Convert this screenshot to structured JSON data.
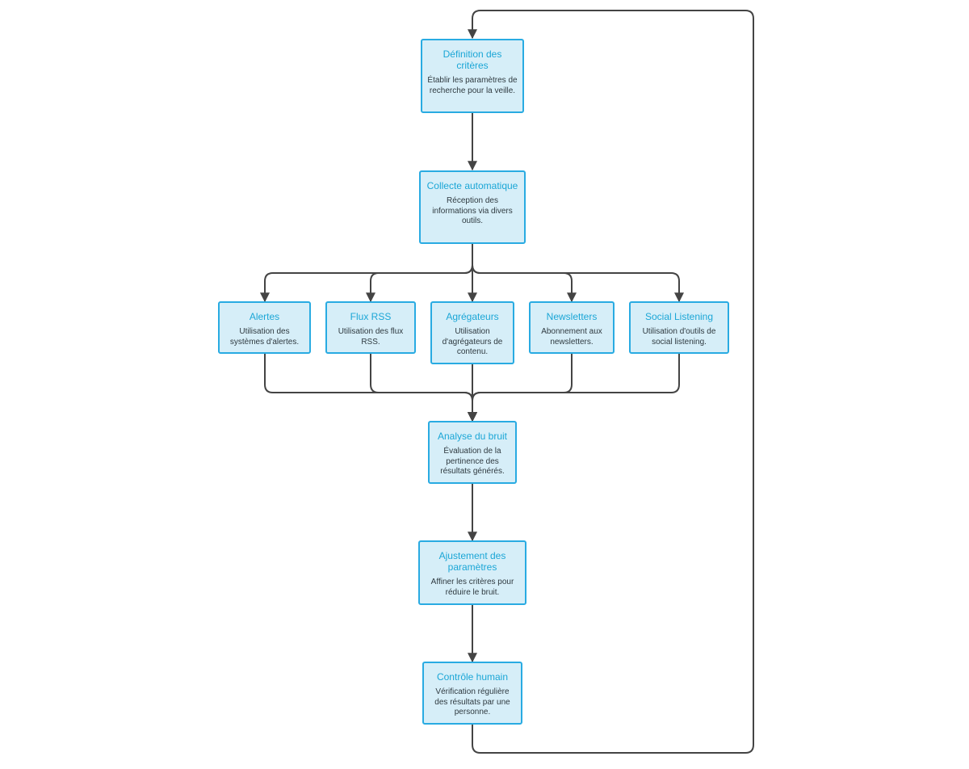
{
  "colors": {
    "node_fill": "#d6eef8",
    "node_border": "#29abe2",
    "title": "#1ba6d6",
    "edge": "#444444"
  },
  "nodes": {
    "definition": {
      "title": "Définition des critères",
      "desc": "Établir les paramètres de recherche pour la veille."
    },
    "collecte": {
      "title": "Collecte automatique",
      "desc": "Réception des informations via divers outils."
    },
    "alertes": {
      "title": "Alertes",
      "desc": "Utilisation des systèmes d'alertes."
    },
    "rss": {
      "title": "Flux RSS",
      "desc": "Utilisation des flux RSS."
    },
    "agregateurs": {
      "title": "Agrégateurs",
      "desc": "Utilisation d'agrégateurs de contenu."
    },
    "newsletters": {
      "title": "Newsletters",
      "desc": "Abonnement aux newsletters."
    },
    "social": {
      "title": "Social Listening",
      "desc": "Utilisation d'outils de social listening."
    },
    "analyse": {
      "title": "Analyse du bruit",
      "desc": "Évaluation de la pertinence des résultats générés."
    },
    "ajustement": {
      "title": "Ajustement des paramètres",
      "desc": "Affiner les critères pour réduire le bruit."
    },
    "controle": {
      "title": "Contrôle humain",
      "desc": "Vérification régulière des résultats par une personne."
    }
  },
  "edges": [
    [
      "definition",
      "collecte"
    ],
    [
      "collecte",
      "alertes"
    ],
    [
      "collecte",
      "rss"
    ],
    [
      "collecte",
      "agregateurs"
    ],
    [
      "collecte",
      "newsletters"
    ],
    [
      "collecte",
      "social"
    ],
    [
      "alertes",
      "analyse"
    ],
    [
      "rss",
      "analyse"
    ],
    [
      "agregateurs",
      "analyse"
    ],
    [
      "newsletters",
      "analyse"
    ],
    [
      "social",
      "analyse"
    ],
    [
      "analyse",
      "ajustement"
    ],
    [
      "ajustement",
      "controle"
    ],
    [
      "controle",
      "definition"
    ]
  ]
}
